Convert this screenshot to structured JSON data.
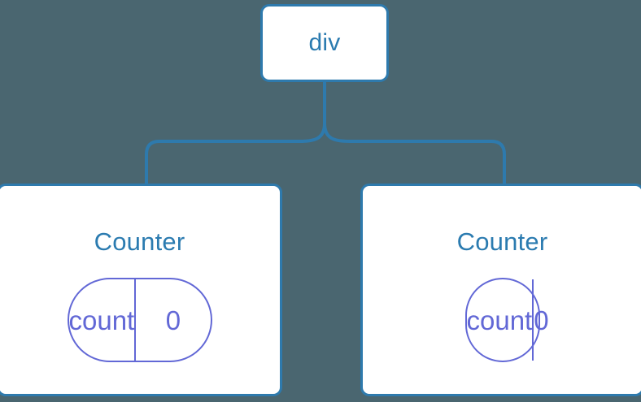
{
  "diagram": {
    "type": "component-tree",
    "background_color": "#4a6670",
    "node_border_color": "#2e7aad",
    "node_fill_color": "#ffffff",
    "node_text_color": "#2b7bb0",
    "state_pill_color": "#6268d6",
    "connector_color": "#2e7aad",
    "root": {
      "label": "div"
    },
    "children": [
      {
        "title": "Counter",
        "state": {
          "key": "count",
          "value": "0"
        }
      },
      {
        "title": "Counter",
        "state": {
          "key": "count",
          "value": "0"
        }
      }
    ]
  }
}
